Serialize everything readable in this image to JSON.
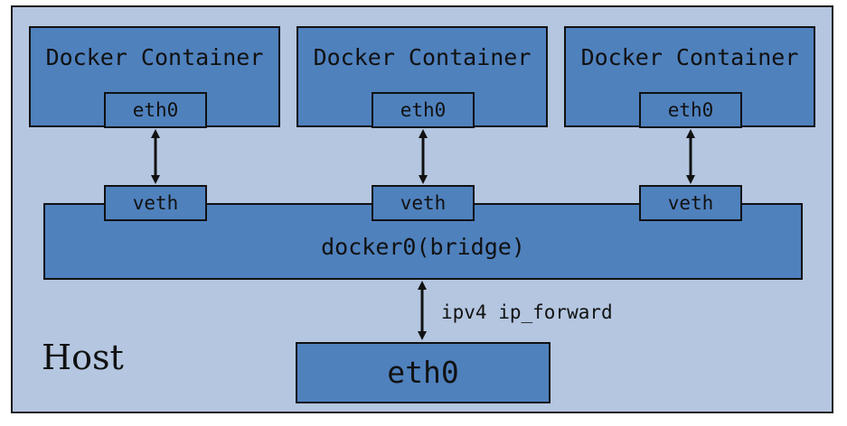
{
  "host": {
    "label": "Host"
  },
  "containers": [
    {
      "title": "Docker Container",
      "iface": "eth0"
    },
    {
      "title": "Docker Container",
      "iface": "eth0"
    },
    {
      "title": "Docker Container",
      "iface": "eth0"
    }
  ],
  "veths": [
    {
      "label": "veth"
    },
    {
      "label": "veth"
    },
    {
      "label": "veth"
    }
  ],
  "bridge": {
    "label": "docker0(bridge)"
  },
  "host_iface": {
    "label": "eth0"
  },
  "forward": {
    "label": "ipv4 ip_forward"
  },
  "colors": {
    "host_bg": "#b4c6e0",
    "box_fill": "#4f81bd",
    "border": "#111111"
  }
}
